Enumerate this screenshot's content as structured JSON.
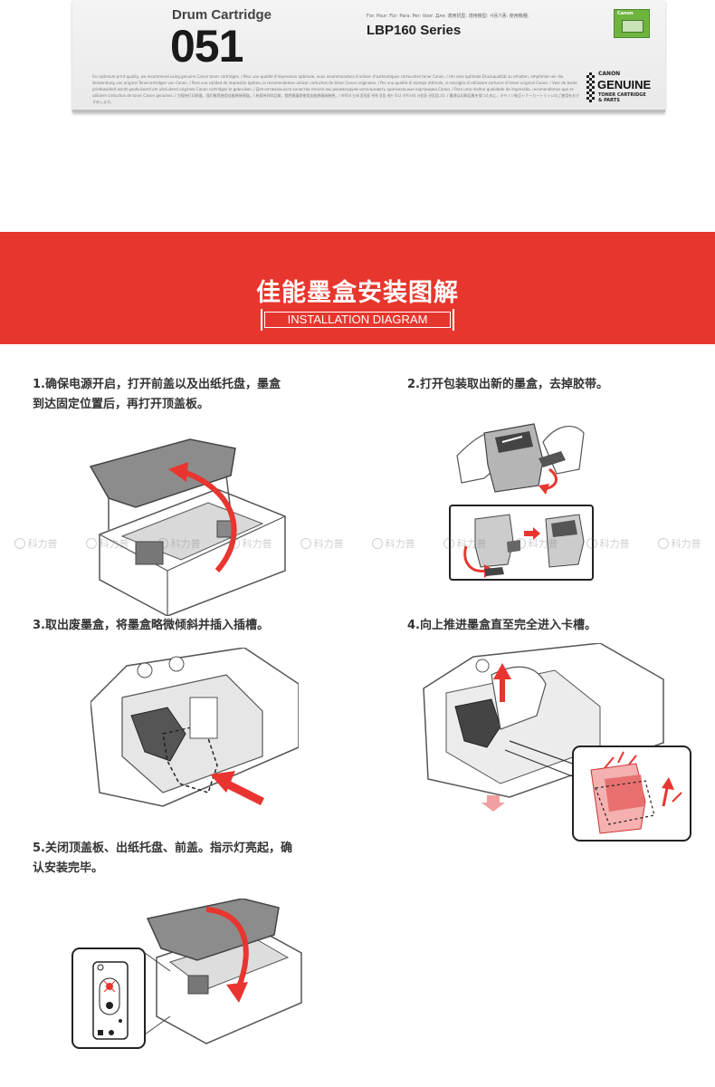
{
  "box": {
    "product_type": "Drum Cartridge",
    "model": "051",
    "for_line": "For: Pour: Für: Para: Per: Voor: Для: 適用机型: 適用機型: 사용기종: 使用機種:",
    "series": "LBP160 Series",
    "fineprint": "For optimum print quality, we recommend using genuine Canon toner cartridges. / Pour une qualité d'impression optimale, nous recommandons d'utiliser d'authentiques cartouches toner Canon. / Um eine optimale Druckqualität zu erhalten, empfehlen wir die Verwendung von original Tonercartridges von Canon. / Para una calidad de impresión óptima, le recomendamos utilizar cartuchos de tóner Canon originales. / Per una qualità di stampa ottimale, si consiglia di utilizzare cartucce di toner originali Canon. / Voor de beste printkwaliteit wordt geadviseerd om uitsluitend originele Canon cartridges te gebruiken. / Для оптимального качества печати мы рекомендуем использовать оригинальные картриджи Canon. / Para uma melhor qualidade de impressão, recomendamos que se utilizem cartuchos de toner Canon genuínos. / 为保持打印质量，我们推荐使用佳能原装硒鼓。/ 為保持列印品質，我們建議您使用佳能原廠碳粉匣。/ 최적의 인쇄 품질을 위해 정품 캐논 토너 카트리지 사용을 권장합니다. / 最適な印刷品質を保つために、キヤノン純正トナーカートリッジのご使用をおすすめします。",
    "sticker_brand": "Canon",
    "genuine_brand": "CANON",
    "genuine_word": "GENUINE",
    "genuine_sub1": "TONER CARTRIDGE",
    "genuine_sub2": "& PARTS"
  },
  "banner": {
    "title_zh": "佳能墨盒安装图解",
    "title_en": "INSTALLATION DIAGRAM"
  },
  "steps": [
    {
      "line1": "1.确保电源开启，打开前盖以及出纸托盘，墨盒",
      "line2": "到达固定位置后，再打开顶盖板。"
    },
    {
      "line1": "2.打开包装取出新的墨盒，去掉胶带。",
      "line2": ""
    },
    {
      "line1": "3.取出废墨盒，将墨盒略微倾斜并插入插槽。",
      "line2": ""
    },
    {
      "line1": "4.向上推进墨盒直至完全进入卡槽。",
      "line2": ""
    },
    {
      "line1": "5.关闭顶盖板、出纸托盘、前盖。指示灯亮起，确",
      "line2": "认安装完毕。"
    }
  ],
  "watermark": {
    "text": "科力普",
    "count": 10
  },
  "colors": {
    "accent_red": "#e7362d",
    "arrow_red": "#e8352f",
    "gray_line": "#555555"
  }
}
